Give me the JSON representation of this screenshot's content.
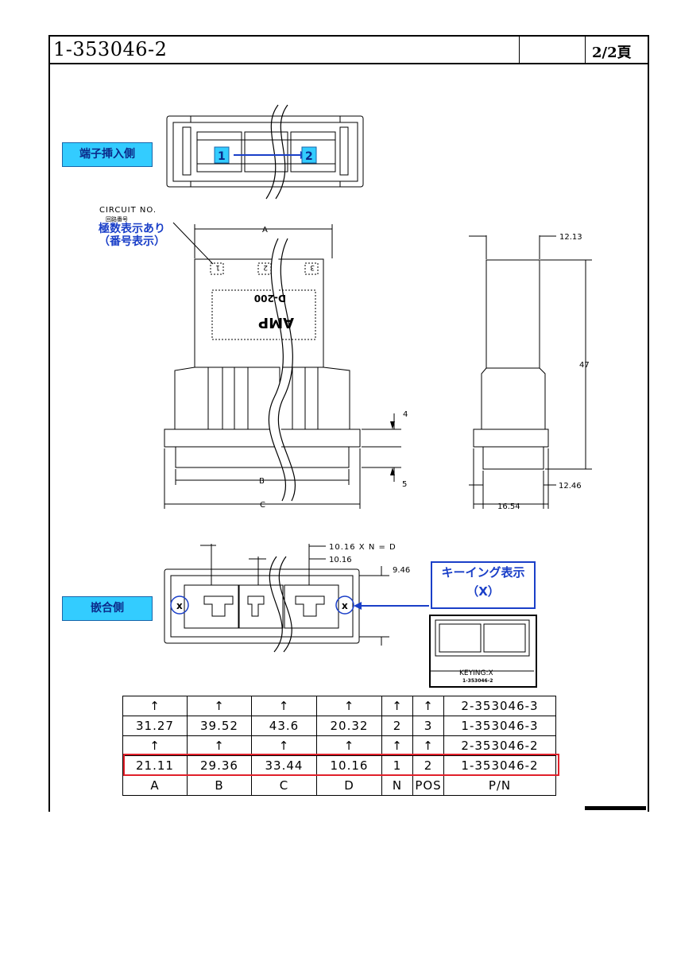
{
  "header": {
    "part_number": "1-353046-2",
    "page": "2/2頁"
  },
  "labels": {
    "terminal_side": "端子挿入側",
    "mating_side": "嵌合側",
    "circuit_no": "CIRCUIT NO.",
    "circuit_no_jp": "回路番号",
    "circuit_note_1": "極数表示あり",
    "circuit_note_2": "（番号表示）",
    "keying_1": "キーイング表示",
    "keying_2": "（X）",
    "keying_label": "KEYING:X",
    "keying_label_pn": "1-353046-2",
    "pin_1": "1",
    "pin_2": "2",
    "mark_x": "x",
    "body_text_1": "D-200",
    "body_text_2": "AMP",
    "cav_1": "1",
    "cav_2": "2",
    "cav_3": "3"
  },
  "dimensions": {
    "A": "A",
    "B": "B",
    "C": "C",
    "d4": "4",
    "d5": "5",
    "w12_13": "12.13",
    "h47": "47",
    "w12_46": "12.46",
    "w16_54": "16.54",
    "formula": "10.16 X N = D",
    "pitch": "10.16",
    "d9_46": "9.46"
  },
  "table": {
    "columns": [
      "A",
      "B",
      "C",
      "D",
      "N",
      "POS",
      "P/N"
    ],
    "rows": [
      [
        "↑",
        "↑",
        "↑",
        "↑",
        "↑",
        "↑",
        "2-353046-3"
      ],
      [
        "31.27",
        "39.52",
        "43.6",
        "20.32",
        "2",
        "3",
        "1-353046-3"
      ],
      [
        "↑",
        "↑",
        "↑",
        "↑",
        "↑",
        "↑",
        "2-353046-2"
      ],
      [
        "21.11",
        "29.36",
        "33.44",
        "10.16",
        "1",
        "2",
        "1-353046-2"
      ]
    ]
  }
}
